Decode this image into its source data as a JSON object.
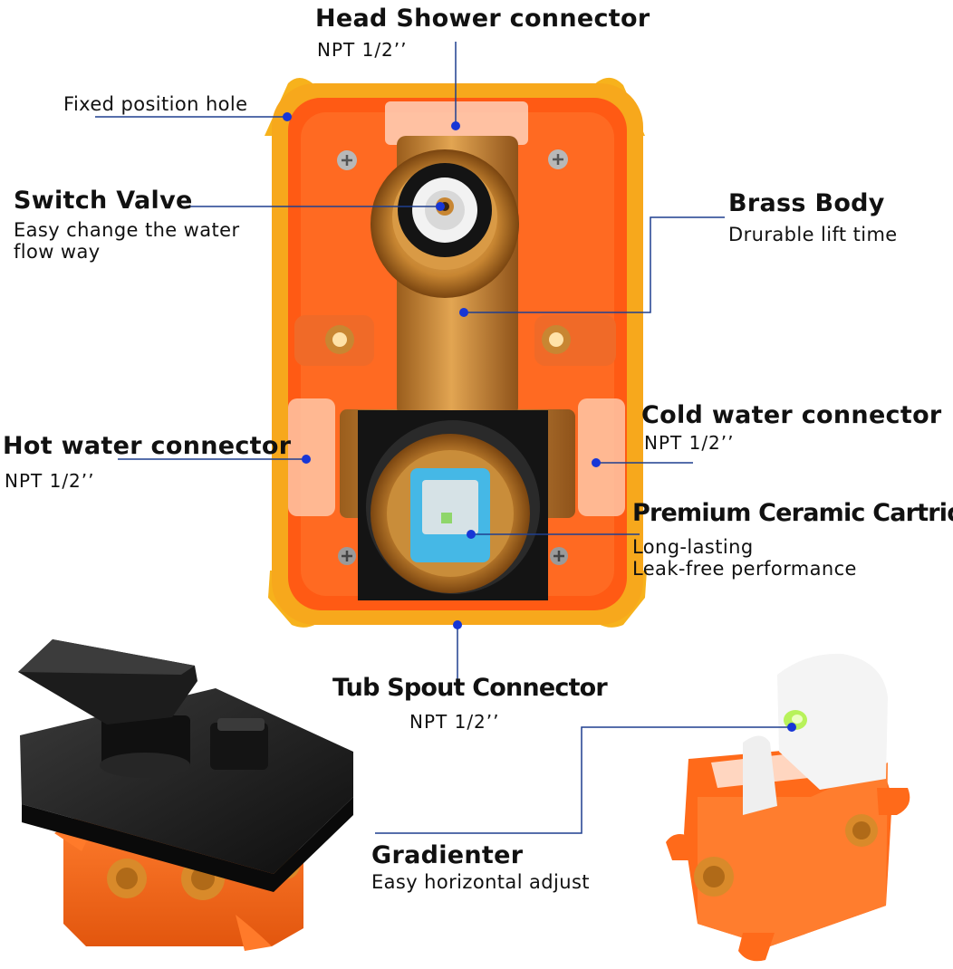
{
  "labels": {
    "head_shower": {
      "title": "Head Shower connector",
      "sub": "NPT  1/2’’"
    },
    "fixed_hole": {
      "title": "Fixed position hole"
    },
    "switch_valve": {
      "title": "Switch Valve",
      "line1": "Easy change the water",
      "line2": "flow way"
    },
    "brass_body": {
      "title": "Brass Body",
      "line1": "Drurable lift time"
    },
    "hot_water": {
      "title": "Hot water connector",
      "sub": "NPT  1/2’’"
    },
    "cold_water": {
      "title": "Cold water connector",
      "sub": "NPT  1/2’’"
    },
    "cartridge": {
      "title": "Premium Ceramic Cartridge",
      "line1": "Long-lasting",
      "line2": "Leak-free performance"
    },
    "tub_spout": {
      "title": "Tub Spout Connector",
      "sub": "NPT  1/2’’"
    },
    "gradienter": {
      "title": "Gradienter",
      "line1": "Easy horizontal adjust"
    }
  },
  "colors": {
    "box_orange": "#ff5a14",
    "box_yellow": "#f7b21c",
    "brass": "#c8872e",
    "leader_line": "#1f3f8f",
    "marker_dot": "#1736d6",
    "faucet_black": "#1c1c1c",
    "ceramic_blue": "#45b8e6"
  },
  "icons": [
    "screw-icon",
    "mounting-hole-icon",
    "bubble-level-icon"
  ]
}
